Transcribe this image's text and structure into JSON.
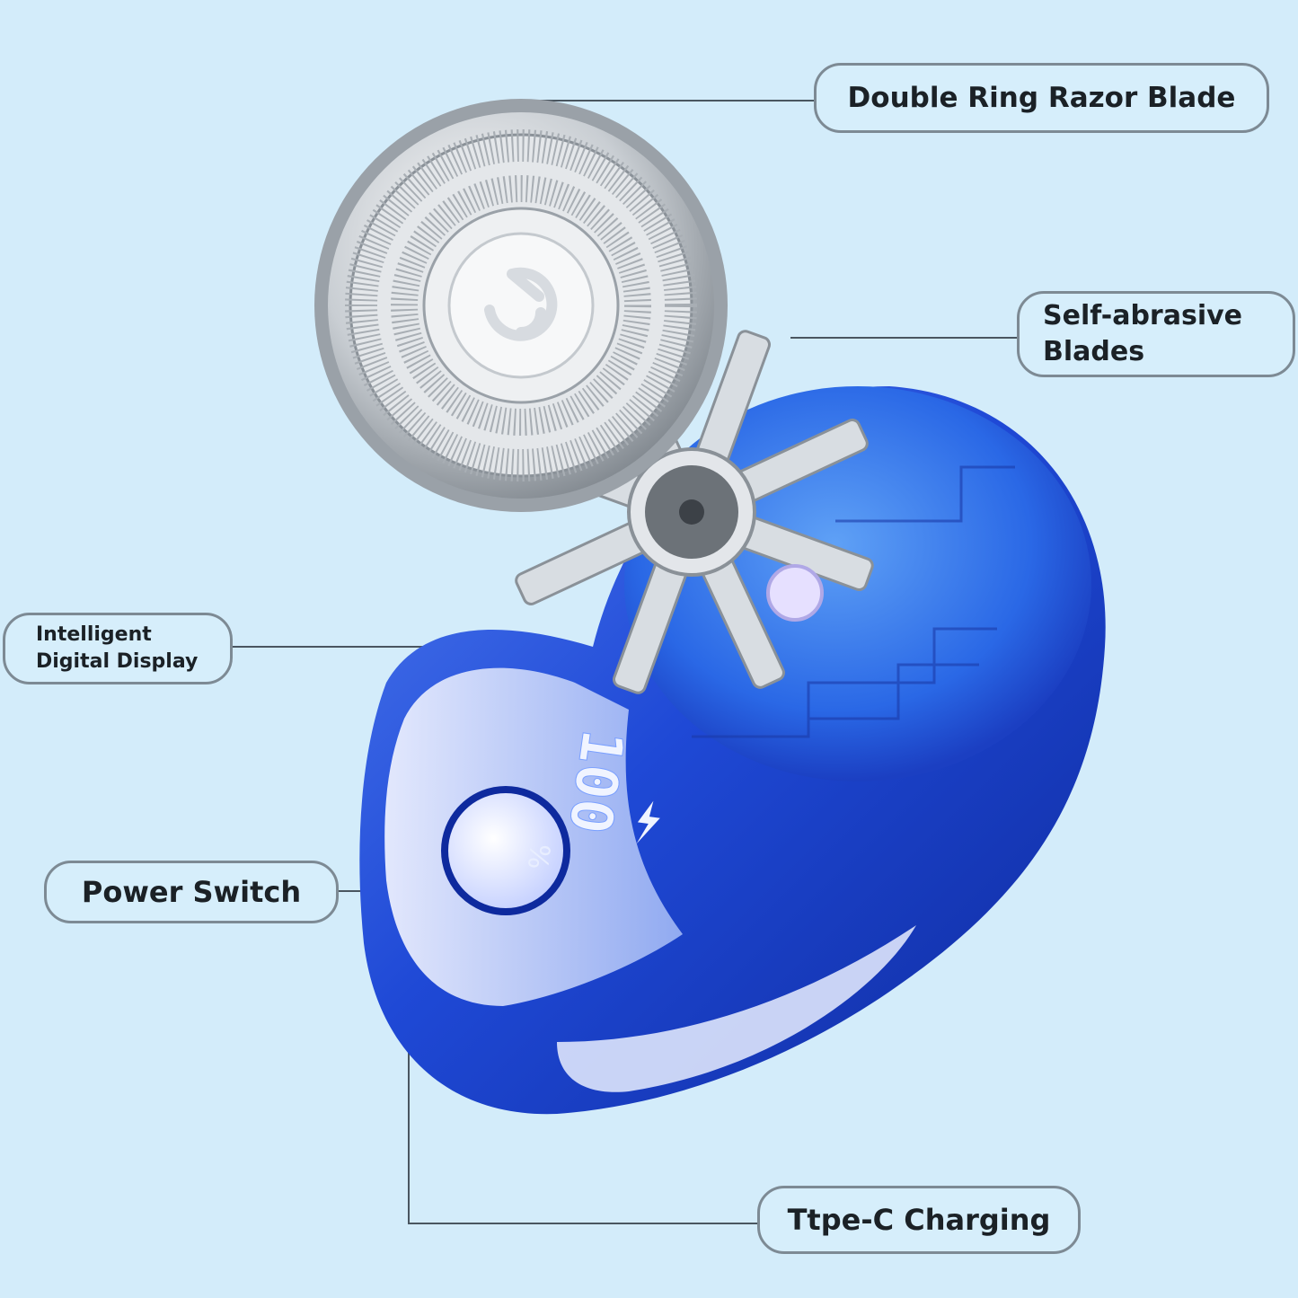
{
  "colors": {
    "background": "#d3ecfa",
    "body_blue": "#1f49d6",
    "body_dark": "#0e2a9e",
    "metal": "#c9ced3",
    "callout_border": "#7d8a94",
    "leader_line": "#4a5660"
  },
  "callouts": {
    "razor_blade": "Double Ring Razor Blade",
    "self_abrasive": [
      "Self-abrasive",
      "Blades"
    ],
    "digital_display": [
      "Intelligent",
      "Digital Display"
    ],
    "power_switch": "Power Switch",
    "charging": "Ttpe-C Charging"
  },
  "display": {
    "digits": "100",
    "percent": "%"
  }
}
